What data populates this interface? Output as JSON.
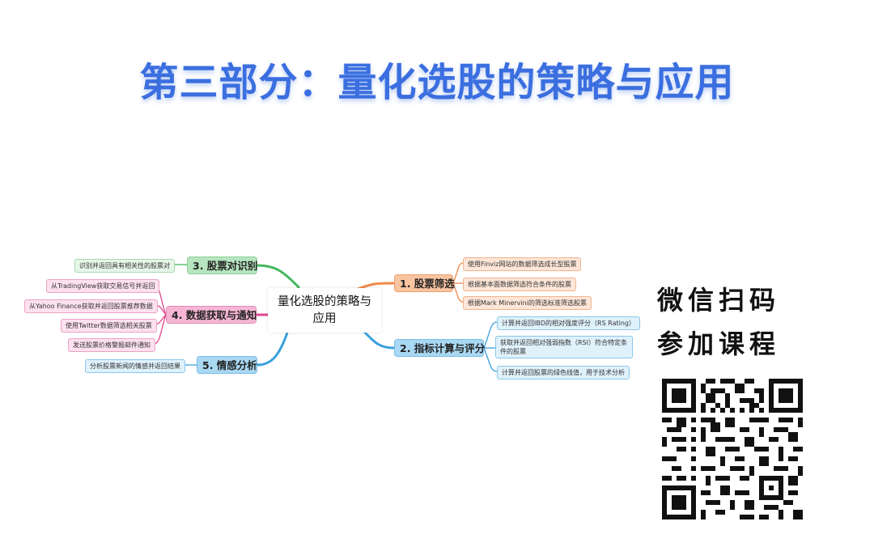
{
  "title": "第三部分：量化选股的策略与应用",
  "mindmap": {
    "center": "量化选股的策略与应用",
    "branches": {
      "b1": {
        "label": "1. 股票筛选",
        "leaves": [
          "使用Finviz网站的数据筛选成长型股票",
          "根据基本面数据筛选符合条件的股票",
          "根据Mark Minervini的筛选标准筛选股票"
        ]
      },
      "b2": {
        "label": "2. 指标计算与评分",
        "leaves": [
          "计算并返回IBD的相对强度评分（RS Rating）",
          "获取并返回相对强弱指数（RSI）符合特定条件的股票",
          "计算并返回股票的绿色线值，用于技术分析"
        ]
      },
      "b3": {
        "label": "3. 股票对识别",
        "leaves": [
          "识别并返回具有相关性的股票对"
        ]
      },
      "b4": {
        "label": "4. 数据获取与通知",
        "leaves": [
          "从TradingView获取交易信号并返回",
          "从Yahoo Finance获取并返回股票推荐数据",
          "使用Twitter数据筛选相关股票",
          "发送股票价格警报邮件通知"
        ]
      },
      "b5": {
        "label": "5. 情感分析",
        "leaves": [
          "分析股票新闻的情感并返回结果"
        ]
      }
    },
    "colors": {
      "b1": "#f0894a",
      "b2": "#3aa0dc",
      "b3": "#43b85c",
      "b4": "#e0468f",
      "b5": "#3aa0dc"
    }
  },
  "promo": {
    "line1": "微信扫码",
    "line2": "参加课程"
  }
}
